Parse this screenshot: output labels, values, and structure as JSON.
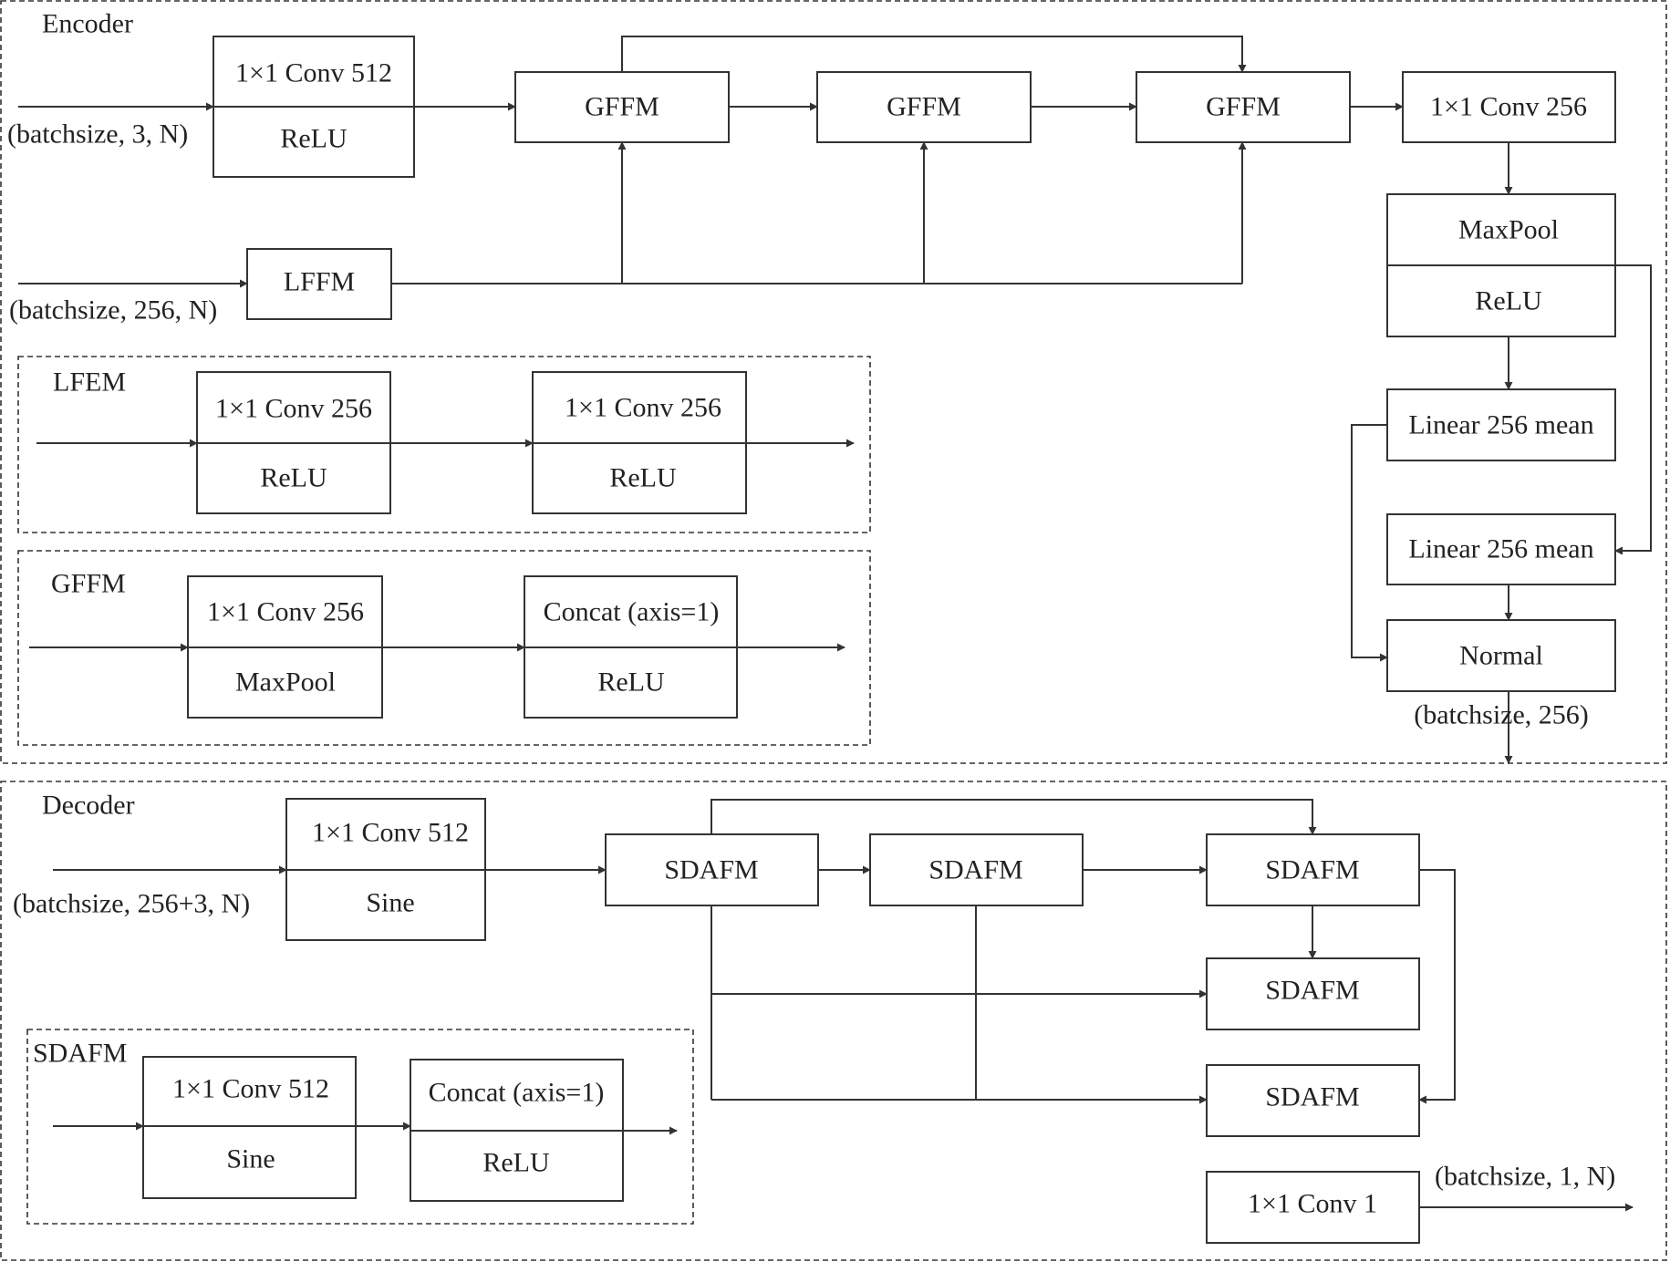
{
  "colors": {
    "stroke": "#333333",
    "text": "#222222",
    "background": "#ffffff"
  },
  "encoder": {
    "title": "Encoder",
    "input_1": "(batchsize, 3, N)",
    "input_2": "(batchsize, 256, N)",
    "conv512": {
      "top": "1×1 Conv 512",
      "bottom": "ReLU"
    },
    "lffm": "LFFM",
    "gffm_1": "GFFM",
    "gffm_2": "GFFM",
    "gffm_3": "GFFM",
    "conv256": "1×1 Conv 256",
    "maxpool_relu": {
      "top": "MaxPool",
      "bottom": "ReLU"
    },
    "linear_1": "Linear 256 mean",
    "linear_2": "Linear 256 mean",
    "normal": "Normal",
    "output": "(batchsize, 256)"
  },
  "lfem": {
    "title": "LFEM",
    "block_1": {
      "top": "1×1 Conv 256",
      "bottom": "ReLU"
    },
    "block_2": {
      "top": "1×1 Conv 256",
      "bottom": "ReLU"
    }
  },
  "gffm_detail": {
    "title": "GFFM",
    "block_1": {
      "top": "1×1 Conv 256",
      "bottom": "MaxPool"
    },
    "block_2": {
      "top": "Concat (axis=1)",
      "bottom": "ReLU"
    }
  },
  "decoder": {
    "title": "Decoder",
    "input": "(batchsize, 256+3, N)",
    "conv512": {
      "top": "1×1 Conv 512",
      "bottom": "Sine"
    },
    "sdafm_1": "SDAFM",
    "sdafm_2": "SDAFM",
    "sdafm_3": "SDAFM",
    "sdafm_4": "SDAFM",
    "sdafm_5": "SDAFM",
    "conv1": "1×1 Conv 1",
    "output": "(batchsize, 1, N)"
  },
  "sdafm_detail": {
    "title": "SDAFM",
    "block_1": {
      "top": "1×1 Conv 512",
      "bottom": "Sine"
    },
    "block_2": {
      "top": "Concat (axis=1)",
      "bottom": "ReLU"
    }
  }
}
